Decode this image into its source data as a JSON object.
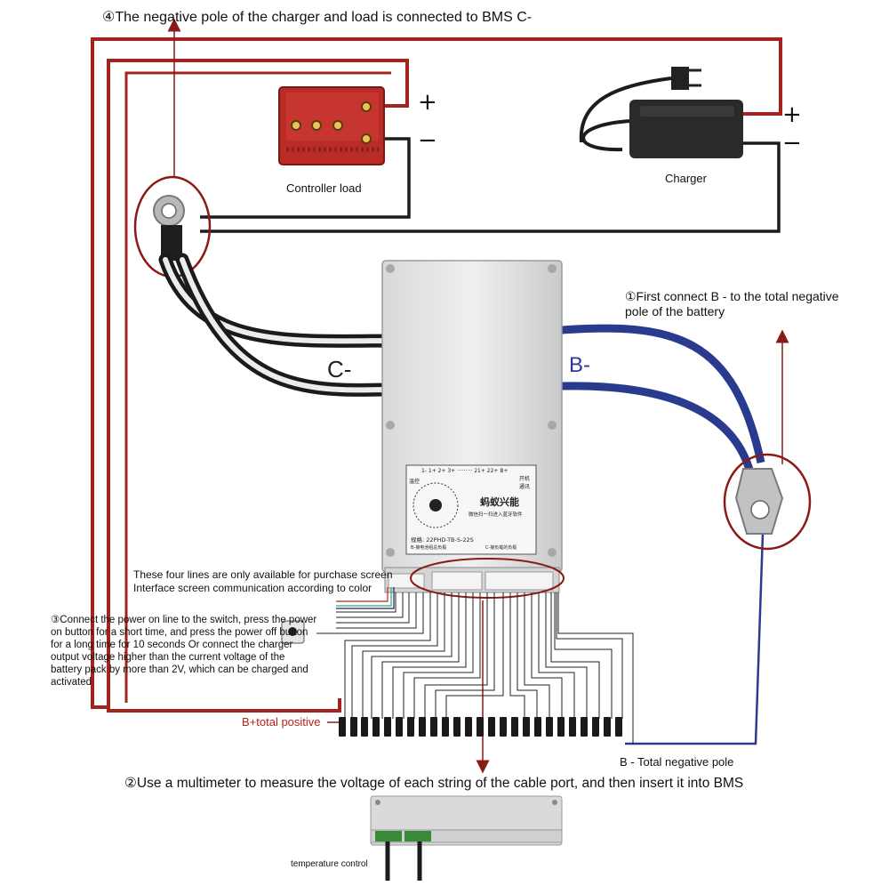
{
  "title": "④The negative pole of the charger and load is connected to BMS C-",
  "controller": {
    "label": "Controller load",
    "plus": "+",
    "minus": "−"
  },
  "charger": {
    "label": "Charger",
    "plus": "+",
    "minus": "−"
  },
  "cables": {
    "c_minus": "C-",
    "b_minus": "B-"
  },
  "step1": "①First connect B - to the total negative pole of the battery",
  "four_lines_note": "These four lines are only available for purchase screen Interface screen communication according to color",
  "step3": "③Connect the power on line to the switch, press the power on button for a short time, and press the power off button for a long time for 10 seconds Or connect the charger output voltage higher than the current voltage of the battery pack by more than 2V, which can be charged and activated",
  "b_plus_label": "B+total positive",
  "b_minus_pole_label": "B - Total negative pole",
  "step2": "②Use a multimeter to measure the voltage of each string of the cable port, and then insert it into BMS",
  "temperature_label": "temperature control",
  "bms_plate": {
    "top_row": "1- 1+ 2+ 3+ ········· 21+ 22+ B+",
    "left_tag": "温控",
    "right_tag": "开机 通讯",
    "brand": "蚂蚁兴能",
    "scan_text": "微信扫一扫进入蓝牙软件",
    "model": "规格: 22PHD-TB-S-22S",
    "bottom_left": "B-接电池组总负极",
    "bottom_right": "C-接负载的负极"
  },
  "colors": {
    "red_wire": "#a3241e",
    "black_wire": "#1c1c1c",
    "blue_wire": "#2a3b8f",
    "arrow_red": "#8b1a16"
  }
}
